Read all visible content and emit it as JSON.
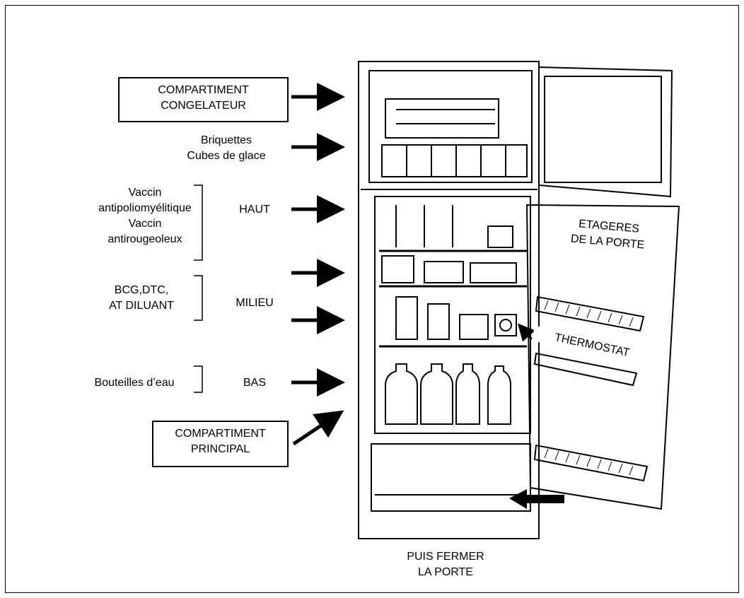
{
  "labels": {
    "freezer_box": [
      "COMPARTIMENT",
      "CONGELATEUR"
    ],
    "ice": [
      "Briquettes",
      "Cubes de glace"
    ],
    "top_vaccines": [
      "Vaccin",
      "antipoliomyélitique",
      "Vaccin",
      "antirougeoleux"
    ],
    "top_shelf": "HAUT",
    "middle_vaccines": [
      "BCG,DTC,",
      "AT DILUANT"
    ],
    "middle_shelf": "MILIEU",
    "bottom_items": "Bouteilles d’eau",
    "bottom_shelf": "BAS",
    "main_box": [
      "COMPARTIMENT",
      "PRINCIPAL"
    ],
    "door_shelves": [
      "ETAGERES",
      "DE LA PORTE"
    ],
    "thermostat": "THERMOSTAT",
    "close_door": [
      "PUIS FERMER",
      "LA PORTE"
    ]
  },
  "colors": {
    "line": "#000000",
    "background": "#ffffff"
  }
}
